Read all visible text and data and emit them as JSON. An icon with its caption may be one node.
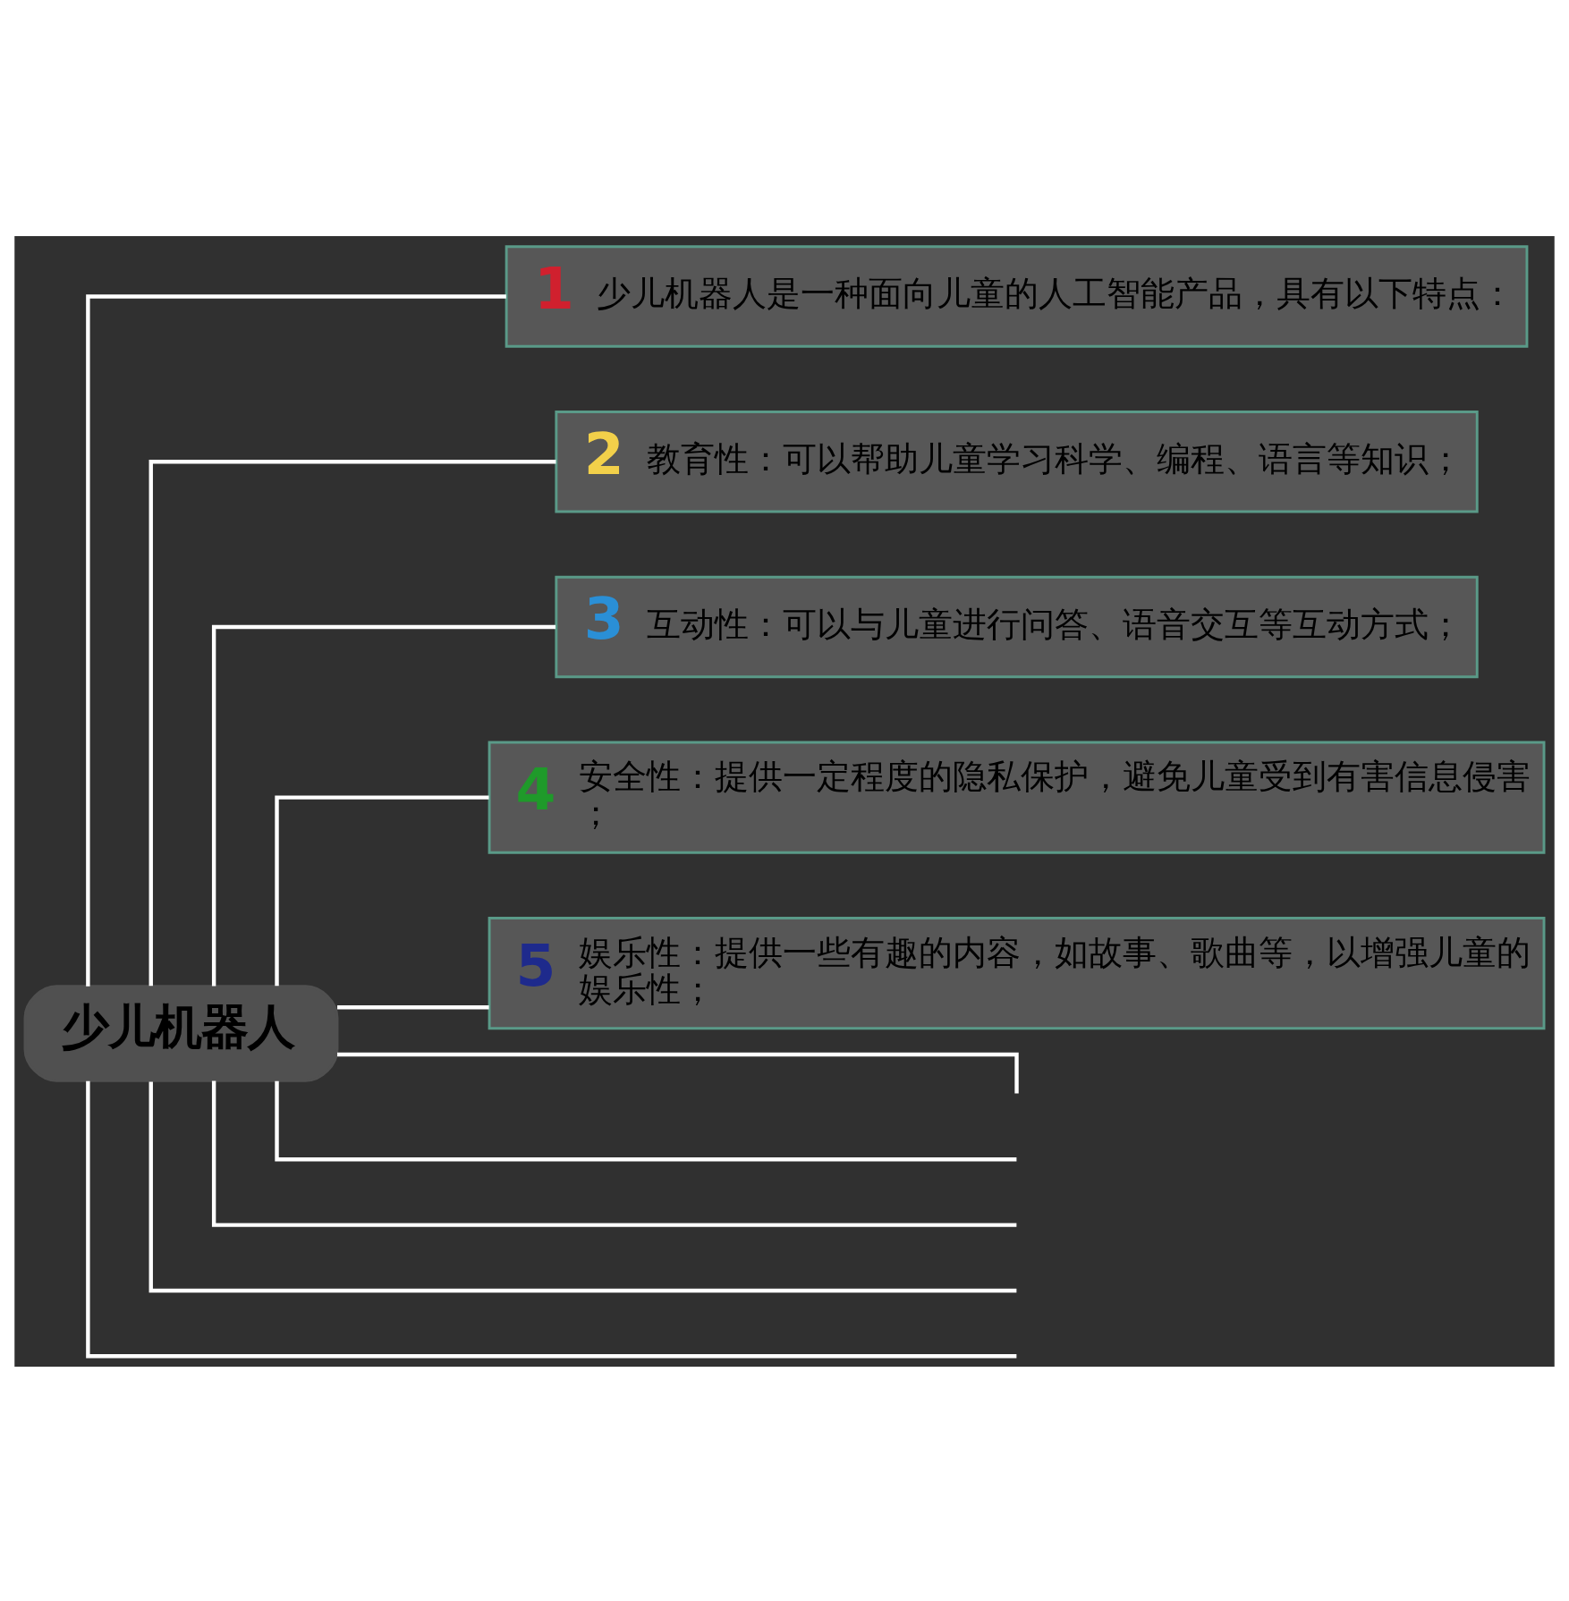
{
  "diagram": {
    "nodes": [
      {
        "text": [
          "少儿机器人"
        ]
      },
      {
        "text": [
          "1",
          "少儿机器人是一种面向儿童的人工智能产品，具有以下特点："
        ]
      },
      {
        "text": [
          "2",
          "教育性：可以帮助儿童学习科学、编程、语言等知识；"
        ]
      },
      {
        "text": [
          "3",
          "互动性：可以与儿童进行问答、语音交互等互动方式；"
        ]
      },
      {
        "text": [
          "4",
          "安全性：提供一定程度的隐私保护，避免儿童受到有害信息侵害；"
        ]
      },
      {
        "text": [
          "5",
          "娱乐性：提供一些有趣的内容，如故事、歌曲等，以增强儿童的娱乐性；"
        ]
      }
    ],
    "edges": [
      {
        "from": 0,
        "to": 1,
        "arrow": "none"
      },
      {
        "from": 0,
        "to": 2,
        "arrow": "none"
      },
      {
        "from": 0,
        "to": 3,
        "arrow": "none"
      },
      {
        "from": 0,
        "to": 4,
        "arrow": "none"
      },
      {
        "from": 0,
        "to": 5,
        "arrow": "none"
      },
      {
        "from": 0,
        "to": null,
        "arrow": "none"
      },
      {
        "from": 0,
        "to": null,
        "arrow": "none"
      },
      {
        "from": 0,
        "to": null,
        "arrow": "none"
      },
      {
        "from": 0,
        "to": null,
        "arrow": "none"
      },
      {
        "from": 0,
        "to": null,
        "arrow": "none"
      }
    ]
  }
}
